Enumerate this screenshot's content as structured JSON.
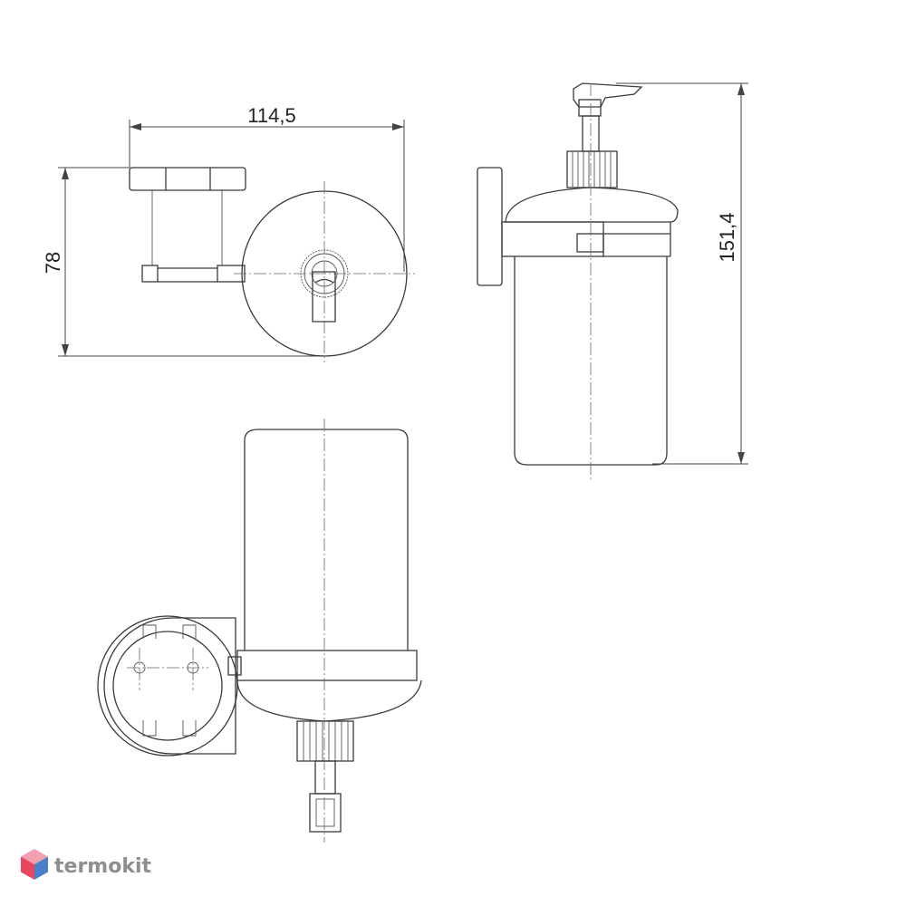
{
  "dimensions": {
    "width": "114,5",
    "height": "78",
    "total_height": "151,4"
  },
  "brand": {
    "name": "termokit",
    "color_text": "#8e8e8e",
    "color_hex_top": "#f2a0b0",
    "color_hex_left": "#e8475f",
    "color_hex_right": "#4a7fc9"
  }
}
